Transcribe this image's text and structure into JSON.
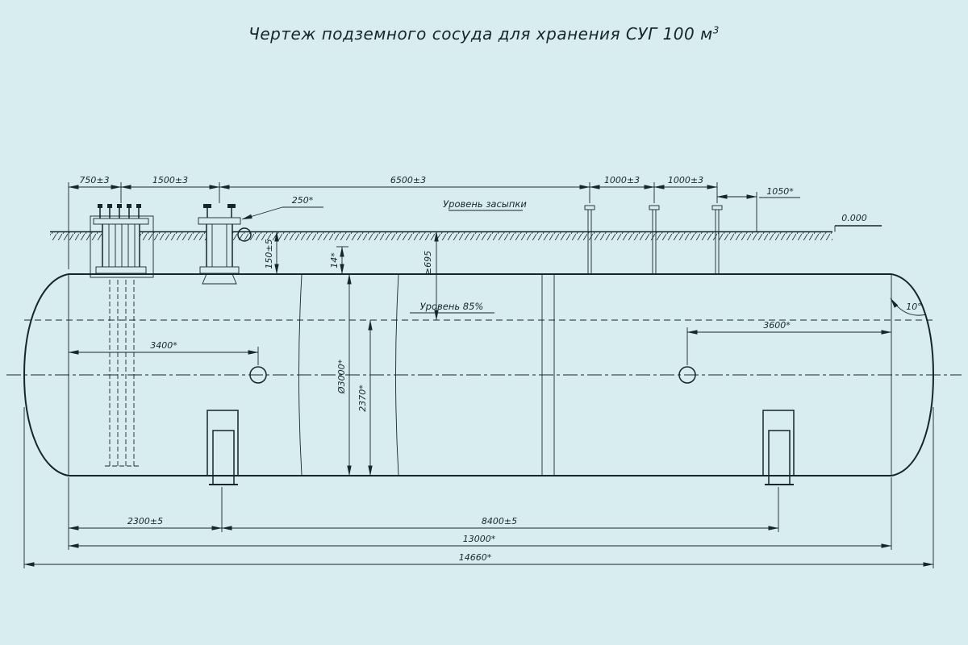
{
  "title": {
    "text": "Чертеж подземного сосуда для хранения СУГ 100 м",
    "sup": "3"
  },
  "colors": {
    "background": "#d7edf0",
    "line": "#16262e"
  },
  "labels": {
    "d750": "750±3",
    "d1500": "1500±3",
    "d6500": "6500±3",
    "d1000a": "1000±3",
    "d1000b": "1000±3",
    "d1050": "1050*",
    "elev": "0.000",
    "d250": "250*",
    "d150": "150±5",
    "d14": "14*",
    "d695": "≥695",
    "backfill": "Уровень засыпки",
    "fill85": "Уровень 85%",
    "d3400": "3400*",
    "d3600": "3600*",
    "dia3000": "Ø3000*",
    "d2370": "2370*",
    "a10": "10°",
    "d2300": "2300±5",
    "d8400": "8400±5",
    "d13000": "13000*",
    "d14660": "14660*"
  }
}
